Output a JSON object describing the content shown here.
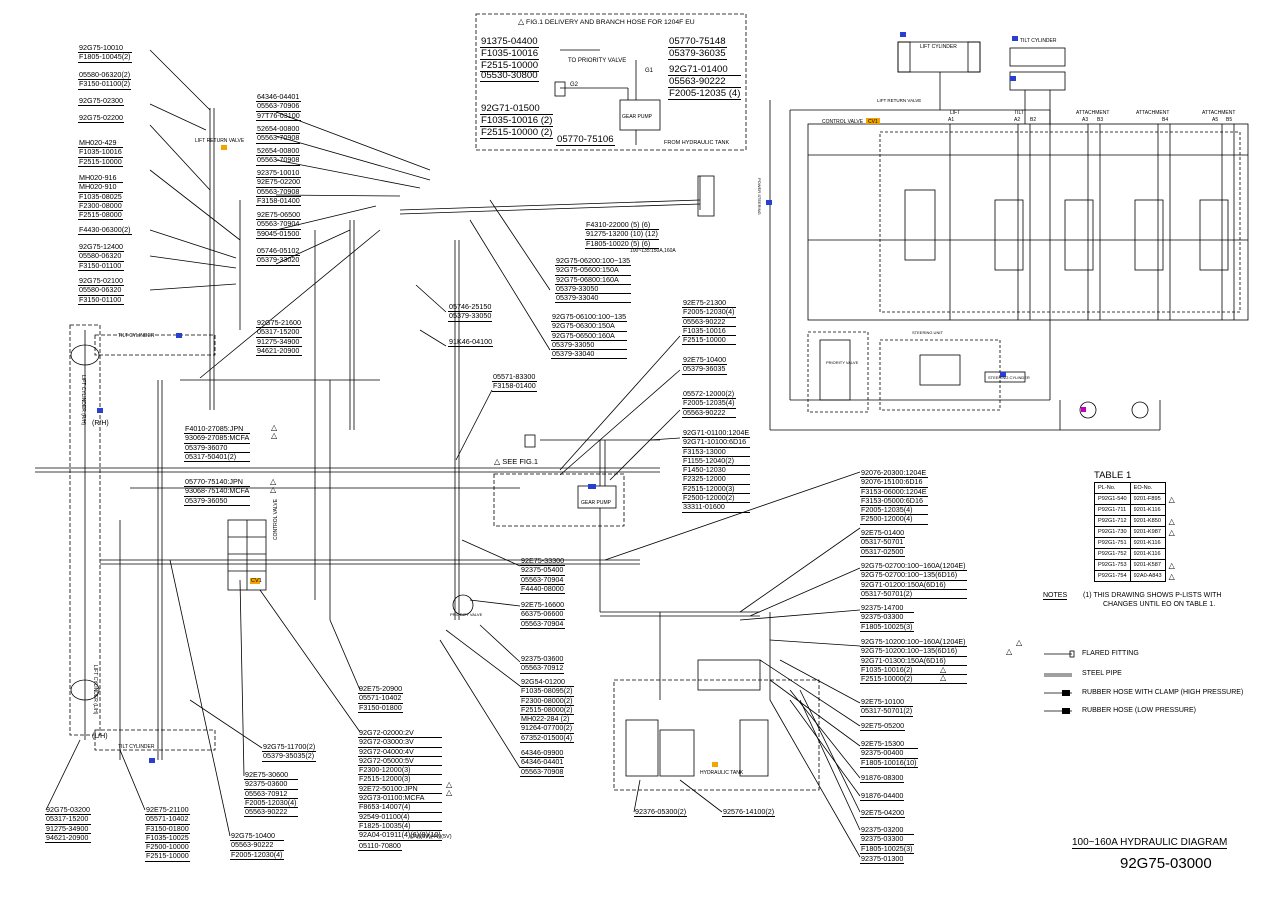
{
  "figure": {
    "title": "100~160A HYDRAULIC DIAGRAM",
    "drawing_no": "92G75-03000"
  },
  "fig1": {
    "title": "FIG.1 DELIVERY AND BRANCH HOSE FOR 1204F EU",
    "to_priority_valve": "TO PRIORITY VALVE",
    "gear_pump": "GEAR PUMP",
    "from_hydraulic_tank": "FROM HYDRAULIC TANK",
    "g1": "G1",
    "g2": "G2",
    "labels_top_left": [
      "91375-04400",
      "F1035-10016",
      "F2515-10000"
    ],
    "label_0553": "05530-30800",
    "labels_bottom_left": [
      "92G71-01500",
      "F1035-10016 (2)",
      "F2515-10000 (2)"
    ],
    "label_bottom": "05770-75106",
    "labels_right_top": [
      "05770-75148",
      "05379-36035"
    ],
    "labels_right_mid": [
      "92G71-01400",
      "05563-90222",
      "F2005-12035 (4)"
    ]
  },
  "left_callouts": [
    [
      "92G75-10010",
      "F1805-10045(2)"
    ],
    [
      "05580-06320(2)",
      "F3150-01100(2)"
    ],
    [
      "92G75-02300"
    ],
    [
      "92G75-02200"
    ],
    [
      "MH020-429",
      "F1035-10016",
      "F2515-10000"
    ],
    [
      "MH020-916",
      "MH020-910",
      "F1035-08025",
      "F2300-08000",
      "F2515-08000"
    ],
    [
      "F4430-06300(2)"
    ],
    [
      "92G75-12400",
      "05580-06320",
      "F3150-01100"
    ],
    [
      "92G75-02100",
      "05580-06320",
      "F3150-01100"
    ]
  ],
  "upper_callouts": {
    "a": [
      "64346-04401",
      "05563-70906",
      "97T76-03100"
    ],
    "b": [
      "52654-00800",
      "05563-70908"
    ],
    "c": [
      "52654-00800",
      "05563-70908"
    ],
    "d": [
      "92375-10010",
      "92E75-02200",
      "05563-70908",
      "F3158-01400"
    ],
    "e": [
      "92E75-06500",
      "05563-70904",
      "59045-01500"
    ],
    "f": [
      "05746-05102",
      "05379-33020"
    ],
    "g": [
      "92G75-21600",
      "05317-15200",
      "91275-34900",
      "94621-20900"
    ],
    "h": [
      "05746-25150",
      "05379-33050"
    ],
    "i": [
      "91K46-04100"
    ],
    "j": [
      "05571-83300",
      "F3158-01400"
    ],
    "k": [
      "F4310-22000 (5) (6)",
      "91275-13200 (10) (12)",
      "F1805-10020 (5) (6)"
    ],
    "k_note": "100~135:150A,160A",
    "l": [
      "92G75-06200:100~135",
      "92G75-05600:150A",
      "92G75-06800:160A",
      "05379-33050",
      "05379-33040"
    ],
    "m": [
      "92G75-06100:100~135",
      "92G75-06300:150A",
      "92G75-06500:160A",
      "05379-33050",
      "05379-33040"
    ]
  },
  "mid_callouts": {
    "a": [
      "92E75-21300",
      "F2005-12030(4)",
      "05563-90222",
      "F1035-10016",
      "F2515-10000"
    ],
    "b": [
      "92E75-10400",
      "05379-36035"
    ],
    "c": [
      "05572-12000(2)",
      "F2005-12035(4)",
      "05563-90222"
    ],
    "d": [
      "92G71-01100:1204E",
      "92G71-10100:6D16",
      "F3153-13000",
      "F1155-12040(2)",
      "F1450-12030",
      "F2325-12000",
      "F2515-12000(3)",
      "F2500-12000(2)",
      "33311-01600"
    ],
    "e": [
      "92076-20300:1204E",
      "92076-15100:6D16",
      "F3153-06000:1204E",
      "F3153-05000:6D16",
      "F2005-12035(4)",
      "F2500-12000(4)"
    ],
    "f": [
      "92E75-01400",
      "05317-50701",
      "05317-02500"
    ],
    "g": [
      "92G75-02700:100~160A(1204E)",
      "92G75-02700:100~135(6D16)",
      "92G71-01200:150A(6D16)",
      "05317-50701(2)"
    ],
    "h": [
      "92375-14700",
      "92375-03300",
      "F1805-10025(3)"
    ],
    "i": [
      "92G75-10200:100~160A(1204E)",
      "92G75-10200:100~135(6D16)",
      "92G71-01300:150A(6D16)",
      "F1035-10016(2)",
      "F2515-10000(2)"
    ],
    "j": [
      "92E75-10100",
      "05317-50701(2)"
    ],
    "k": [
      "92E75-05200"
    ],
    "l": [
      "92E75-15300",
      "92375-00400",
      "F1805-10016(10)"
    ],
    "m": [
      "91876-08300"
    ],
    "n": [
      "91876-04400"
    ],
    "o": [
      "92E75-04200"
    ],
    "p": [
      "92375-03200",
      "92375-03300",
      "F1805-10025(3)"
    ],
    "q": [
      "92375-01300"
    ]
  },
  "left_mid_callouts": {
    "a": [
      "F4010-27085:JPN",
      "93069-27085:MCFA",
      "05379-36070",
      "05317-50401(2)"
    ],
    "b": [
      "05770-75140:JPN",
      "93068-75140:MCFA",
      "05379-36050"
    ]
  },
  "bottom_callouts": {
    "a": [
      "92E75-33300",
      "92375-05400",
      "05563-70904",
      "F4440-08000"
    ],
    "b": [
      "92E75-16600",
      "66375-06600",
      "05563-70904"
    ],
    "c": [
      "92375-03600",
      "05563-70912"
    ],
    "d": [
      "92G54-01200",
      "F1035-08095(2)",
      "F2300-08000(2)",
      "F2515-08000(2)",
      "MH022-284 (2)",
      "91264-07700(2)",
      "67352-01500(4)"
    ],
    "e": [
      "64346-09900",
      "64346-04401",
      "05563-70908"
    ],
    "f": [
      "92E75-20900",
      "05571-10402",
      "F3150-01800"
    ],
    "g": [
      "92G72-02000:2V",
      "92G72-03000:3V",
      "92G72-04000:4V",
      "92G72-05000:5V",
      "F2300-12000(3)",
      "F2515-12000(3)",
      "92E72-50100:JPN",
      "92G73-01100:MCFA",
      "F8653-14007(4)",
      "92549-01100(4)",
      "F1825-10035(4)",
      "92A04-01911(4)(6)(8)(10)"
    ],
    "g_note": "(2V)(3V)(4V)(5V)",
    "g2": [
      "05110-70800"
    ],
    "h": [
      "92G75-11700(2)",
      "05379-35035(2)"
    ],
    "i": [
      "92E75-30600",
      "92375-03600",
      "05563-70912",
      "F2005-12030(4)",
      "05563-90222"
    ],
    "j": [
      "92G75-10400",
      "05563-90222",
      "F2005-12030(4)"
    ],
    "k": [
      "92E75-21100",
      "05571-10402",
      "F3150-01800",
      "F1035-10025",
      "F2500-10000",
      "F2515-10000"
    ],
    "l": [
      "92G75-03200",
      "05317-15200",
      "91275-34900",
      "94621-20900"
    ],
    "m": [
      "92376-05300(2)"
    ],
    "n": [
      "92576-14100(2)"
    ]
  },
  "schematic": {
    "lift_cylinder": "LIFT CYLINDER",
    "tilt_cylinder": "TILT CYLINDER",
    "control_valve": "CONTROL VALVE",
    "cv1": "CV1",
    "lift": "LIFT",
    "tilt": "TILT",
    "attachment": "ATTACHMENT",
    "a1": "A1",
    "a2": "A2",
    "b2": "B2",
    "a3": "A3",
    "b3": "B3",
    "b4": "B4",
    "a5": "A5",
    "b5": "B5",
    "lift_return_valve": "LIFT RETURN VALVE",
    "steering_unit": "STEERING UNIT",
    "priority_valve": "PRIORITY VALVE",
    "steering_cylinder": "STEERING CYLINDER"
  },
  "assembly": {
    "lift_cylinder_lh": "LIFT CYLINDER (L/H)",
    "lift_cylinder_rh": "LIFT CYLINDER (R/H)",
    "tilt_cylinder": "TILT CYLINDER",
    "control_valve": "CONTROL VALVE",
    "cv1": "CV1",
    "see_fig1": "SEE FIG.1",
    "gear_pump": "GEAR PUMP",
    "hydraulic_tank": "HYDRAULIC TANK",
    "lift_return_valve": "LIFT RETURN VALVE",
    "priority_valve": "PRIORITY VALVE",
    "rh": "(R/H)",
    "lh": "(L/H)",
    "power_steering": "POWER STEERING"
  },
  "table1": {
    "title": "TABLE 1",
    "headers": [
      "PL-No.",
      "EO-No."
    ],
    "rows": [
      [
        "P92G1-540",
        "9201-F895",
        true
      ],
      [
        "P92G1-711",
        "9201-K116",
        false
      ],
      [
        "P92G1-712",
        "9201-K850",
        true
      ],
      [
        "P92G1-730",
        "9201-K987",
        true
      ],
      [
        "P92G1-751",
        "9201-K116",
        false
      ],
      [
        "P92G1-752",
        "9201-K116",
        false
      ],
      [
        "P92G1-753",
        "9201-K587",
        true
      ],
      [
        "P92G1-754",
        "92A0-A843",
        true
      ]
    ]
  },
  "notes": {
    "label": "NOTES",
    "line1": "(1) THIS DRAWING SHOWS P-LISTS WITH",
    "line2": "CHANGES UNTIL EO ON TABLE 1."
  },
  "legend": [
    {
      "symbol": "flared",
      "label": "FLARED FITTING"
    },
    {
      "symbol": "pipe",
      "label": "STEEL PIPE"
    },
    {
      "symbol": "hose_hp",
      "label": "RUBBER HOSE WITH CLAMP (HIGH PRESSURE)"
    },
    {
      "symbol": "hose_lp",
      "label": "RUBBER HOSE (LOW PRESSURE)"
    }
  ],
  "colors": {
    "line": "#000000",
    "tag_blue": "#2a3fd0",
    "tag_orange": "#f0a500"
  }
}
